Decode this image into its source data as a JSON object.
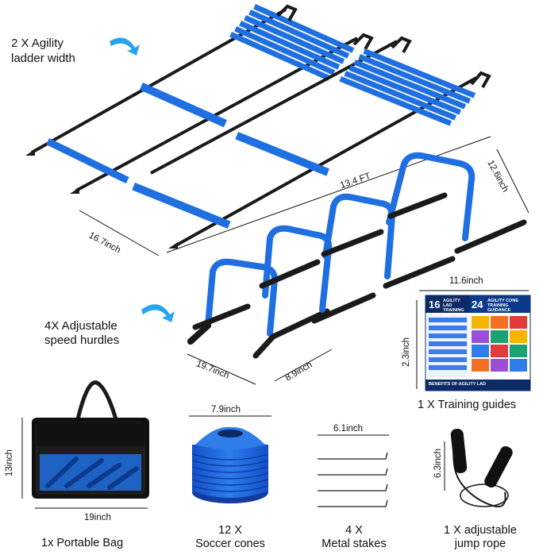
{
  "labels": {
    "ladder_width": [
      "2 X Agility",
      "ladder width"
    ],
    "hurdles": [
      "4X Adjustable",
      "speed hurdles"
    ]
  },
  "dimensions": {
    "ladder_length": "13.4 FT",
    "ladder_width": "16.7inch",
    "hurdle_height": "12.6inch",
    "hurdle_width": "19.7inch",
    "hurdle_depth": "8.9inch",
    "guide_width": "11.6inch",
    "guide_height": "2.3inch",
    "bag_height": "13inch",
    "bag_width": "19inch",
    "cone_width": "7.9inch",
    "stake_width": "6.1inch",
    "rope_length": "6.3inch"
  },
  "captions": {
    "guides": "1 X Training guides",
    "bag": "1x Portable Bag",
    "cones": [
      "12 X",
      "Soccer cones"
    ],
    "stakes": [
      "4 X",
      "Metal stakes"
    ],
    "rope": [
      "1 X adjustable",
      "jump rope"
    ]
  },
  "poster": {
    "left_number": "16",
    "left_title": "AGILITY LAD TRAINING GU",
    "right_number": "24",
    "right_title": "AGILITY CONE TRAINING GUIDANCE",
    "footer": "BENEFITS OF AGILITY LAD"
  },
  "colors": {
    "blue": "#1f6fe0",
    "dark_blue": "#0b2a66",
    "strap": "#1a1a1a"
  }
}
